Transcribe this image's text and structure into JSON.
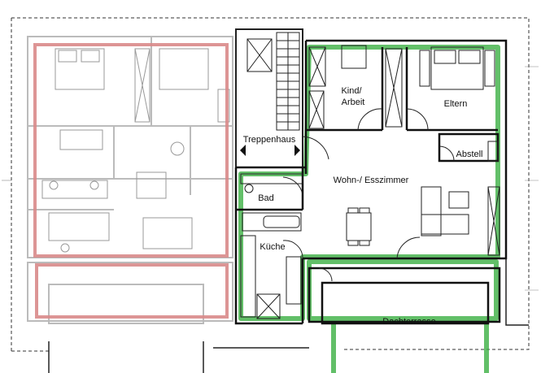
{
  "plan": {
    "rooms": {
      "treppenhaus": "Treppenhaus",
      "kind_arbeit_line1": "Kind/",
      "kind_arbeit_line2": "Arbeit",
      "eltern": "Eltern",
      "abstell": "Abstell",
      "wohn_esszimmer": "Wohn-/ Esszimmer",
      "bad": "Bad",
      "kueche": "Küche",
      "dachterrasse": "Dachterrasse"
    },
    "highlight_colors": {
      "left_unit": "#d98a8a",
      "right_unit": "#3cb043"
    }
  }
}
